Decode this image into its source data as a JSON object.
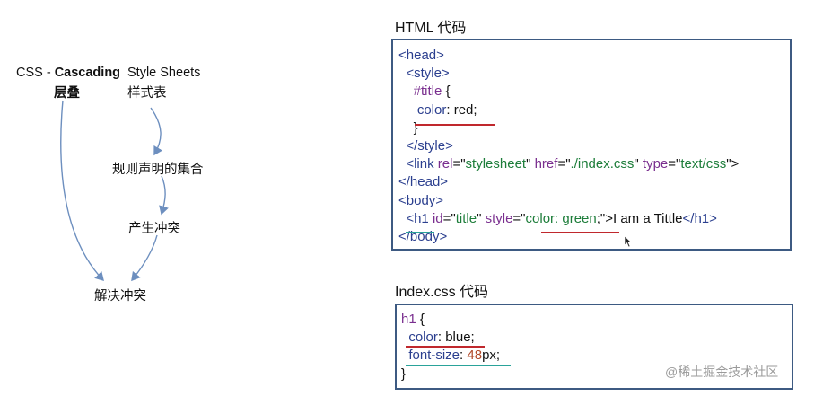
{
  "left_diagram": {
    "css_prefix": "CSS - ",
    "cascading": "Cascading",
    "style_sheets": "Style Sheets",
    "cascading_cn": "层叠",
    "style_sheets_cn": "样式表",
    "rules_collection": "规则声明的集合",
    "conflict": "产生冲突",
    "resolve_conflict": "解决冲突"
  },
  "html_section": {
    "title": "HTML 代码",
    "lines": [
      [
        {
          "t": "<head>",
          "c": "t-tag"
        }
      ],
      [
        {
          "t": "  <style>",
          "c": "t-tag"
        }
      ],
      [
        {
          "t": "    #title",
          "c": "t-sel"
        },
        {
          "t": " {",
          "c": "t-txt"
        }
      ],
      [
        {
          "t": "     color",
          "c": "t-prop"
        },
        {
          "t": ": red;",
          "c": "t-txt"
        }
      ],
      [
        {
          "t": "    }",
          "c": "t-txt"
        }
      ],
      [
        {
          "t": "  </style>",
          "c": "t-tag"
        }
      ],
      [
        {
          "t": "  <link ",
          "c": "t-tag"
        },
        {
          "t": "rel",
          "c": "t-attr"
        },
        {
          "t": "=\"",
          "c": "t-txt"
        },
        {
          "t": "stylesheet",
          "c": "t-str"
        },
        {
          "t": "\" ",
          "c": "t-txt"
        },
        {
          "t": "href",
          "c": "t-attr"
        },
        {
          "t": "=\"",
          "c": "t-txt"
        },
        {
          "t": "./index.css",
          "c": "t-str"
        },
        {
          "t": "\" ",
          "c": "t-txt"
        },
        {
          "t": "type",
          "c": "t-attr"
        },
        {
          "t": "=\"",
          "c": "t-txt"
        },
        {
          "t": "text/css",
          "c": "t-str"
        },
        {
          "t": "\">",
          "c": "t-txt"
        }
      ],
      [
        {
          "t": "</head>",
          "c": "t-tag"
        }
      ],
      [
        {
          "t": "<body>",
          "c": "t-tag"
        }
      ],
      [
        {
          "t": "  <h1 ",
          "c": "t-tag"
        },
        {
          "t": "id",
          "c": "t-attr"
        },
        {
          "t": "=\"",
          "c": "t-txt"
        },
        {
          "t": "title",
          "c": "t-str"
        },
        {
          "t": "\" ",
          "c": "t-txt"
        },
        {
          "t": "style",
          "c": "t-attr"
        },
        {
          "t": "=\"",
          "c": "t-txt"
        },
        {
          "t": "color: green",
          "c": "t-str"
        },
        {
          "t": ";\">I am a Tittle",
          "c": "t-txt"
        },
        {
          "t": "</h1>",
          "c": "t-tag"
        }
      ],
      [
        {
          "t": "</body>",
          "c": "t-tag"
        }
      ]
    ]
  },
  "css_section": {
    "title": "Index.css 代码",
    "lines": [
      [
        {
          "t": "h1",
          "c": "t-sel"
        },
        {
          "t": " {",
          "c": "t-txt"
        }
      ],
      [
        {
          "t": "  color",
          "c": "t-prop"
        },
        {
          "t": ": blue;",
          "c": "t-txt"
        }
      ],
      [
        {
          "t": "  font-size",
          "c": "t-prop"
        },
        {
          "t": ": ",
          "c": "t-txt"
        },
        {
          "t": "48",
          "c": "t-num"
        },
        {
          "t": "px;",
          "c": "t-txt"
        }
      ],
      [
        {
          "t": "}",
          "c": "t-txt"
        }
      ]
    ]
  },
  "watermark": "@稀土掘金技术社区",
  "colors": {
    "border": "#3d5a82",
    "underline_red": "#c0282d",
    "underline_teal": "#2aa39a",
    "arrow": "#6d8fbf"
  }
}
